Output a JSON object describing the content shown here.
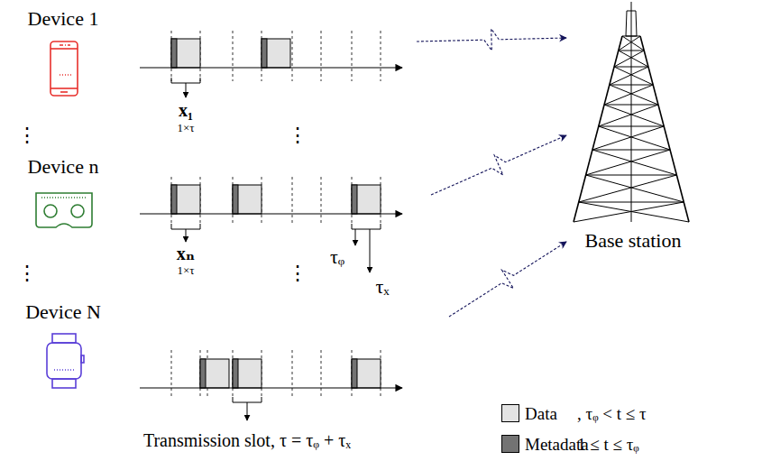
{
  "diagram": {
    "nodes": [
      {
        "text": [
          "Device 1"
        ]
      },
      {
        "text": [
          "Device n"
        ]
      },
      {
        "text": [
          "Device N"
        ]
      },
      {
        "text": [
          "Base station"
        ]
      }
    ],
    "edges": [
      {
        "from": 0,
        "to": 3,
        "arrow": "to"
      },
      {
        "from": 1,
        "to": 3,
        "arrow": "to"
      },
      {
        "from": 2,
        "to": 3,
        "arrow": "to"
      }
    ],
    "labels": [
      "x₁",
      "1×τ",
      "⋮",
      "⋮",
      "xₙ",
      "1×τ",
      "τᵩ",
      "τₓ",
      "⋮",
      "⋮",
      "Transmission slot, τ = τᵩ + τₓ",
      ", τᵩ < t ≤ τ",
      "1 ≤ t ≤ τᵩ"
    ],
    "legend": [
      {
        "text": "Data",
        "color": "#e3e3e3"
      },
      {
        "text": "Metadata",
        "color": "#737373"
      }
    ]
  }
}
